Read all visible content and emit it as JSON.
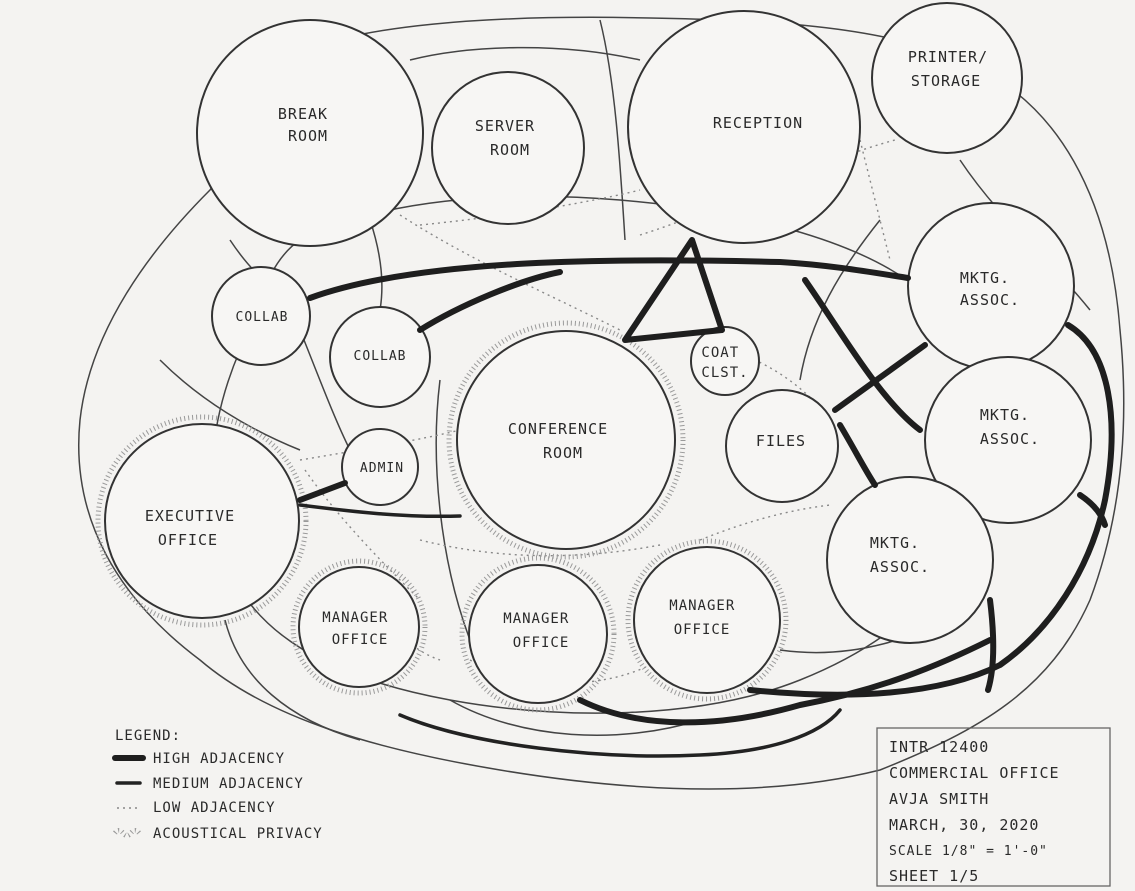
{
  "rooms": [
    {
      "id": "break-room",
      "lines": [
        "BREAK",
        "ROOM"
      ]
    },
    {
      "id": "server-room",
      "lines": [
        "SERVER",
        "ROOM"
      ]
    },
    {
      "id": "reception",
      "lines": [
        "RECEPTION"
      ]
    },
    {
      "id": "printer-storage",
      "lines": [
        "PRINTER/",
        "STORAGE"
      ]
    },
    {
      "id": "collab-1",
      "lines": [
        "COLLAB"
      ]
    },
    {
      "id": "collab-2",
      "lines": [
        "COLLAB"
      ]
    },
    {
      "id": "coat-closet",
      "lines": [
        "COAT",
        "CLST."
      ]
    },
    {
      "id": "conference-room",
      "lines": [
        "CONFERENCE",
        "ROOM"
      ]
    },
    {
      "id": "files",
      "lines": [
        "FILES"
      ]
    },
    {
      "id": "admin",
      "lines": [
        "ADMIN"
      ]
    },
    {
      "id": "executive-office",
      "lines": [
        "EXECUTIVE",
        "OFFICE"
      ]
    },
    {
      "id": "mktg-assoc-1",
      "lines": [
        "MKTG.",
        "ASSOC."
      ]
    },
    {
      "id": "mktg-assoc-2",
      "lines": [
        "MKTG.",
        "ASSOC."
      ]
    },
    {
      "id": "mktg-assoc-3",
      "lines": [
        "MKTG.",
        "ASSOC."
      ]
    },
    {
      "id": "manager-office-1",
      "lines": [
        "MANAGER",
        "OFFICE"
      ]
    },
    {
      "id": "manager-office-2",
      "lines": [
        "MANAGER",
        "OFFICE"
      ]
    },
    {
      "id": "manager-office-3",
      "lines": [
        "MANAGER",
        "OFFICE"
      ]
    }
  ],
  "legend": {
    "title": "LEGEND:",
    "items": [
      {
        "style": "high",
        "label": "HIGH ADJACENCY"
      },
      {
        "style": "medium",
        "label": "MEDIUM ADJACENCY"
      },
      {
        "style": "low",
        "label": "LOW ADJACENCY"
      },
      {
        "style": "acoustic",
        "label": "ACOUSTICAL PRIVACY"
      }
    ]
  },
  "title_block": {
    "course": "INTR 12400",
    "project": "COMMERCIAL OFFICE",
    "author": "AVJA SMITH",
    "date": "MARCH, 30, 2020",
    "scale": "SCALE 1/8\" = 1'-0\"",
    "sheet": "SHEET 1/5"
  },
  "colors": {
    "paper": "#f4f3f1",
    "ink": "#2a2a2a",
    "acoustic": "#9a9a9a"
  }
}
